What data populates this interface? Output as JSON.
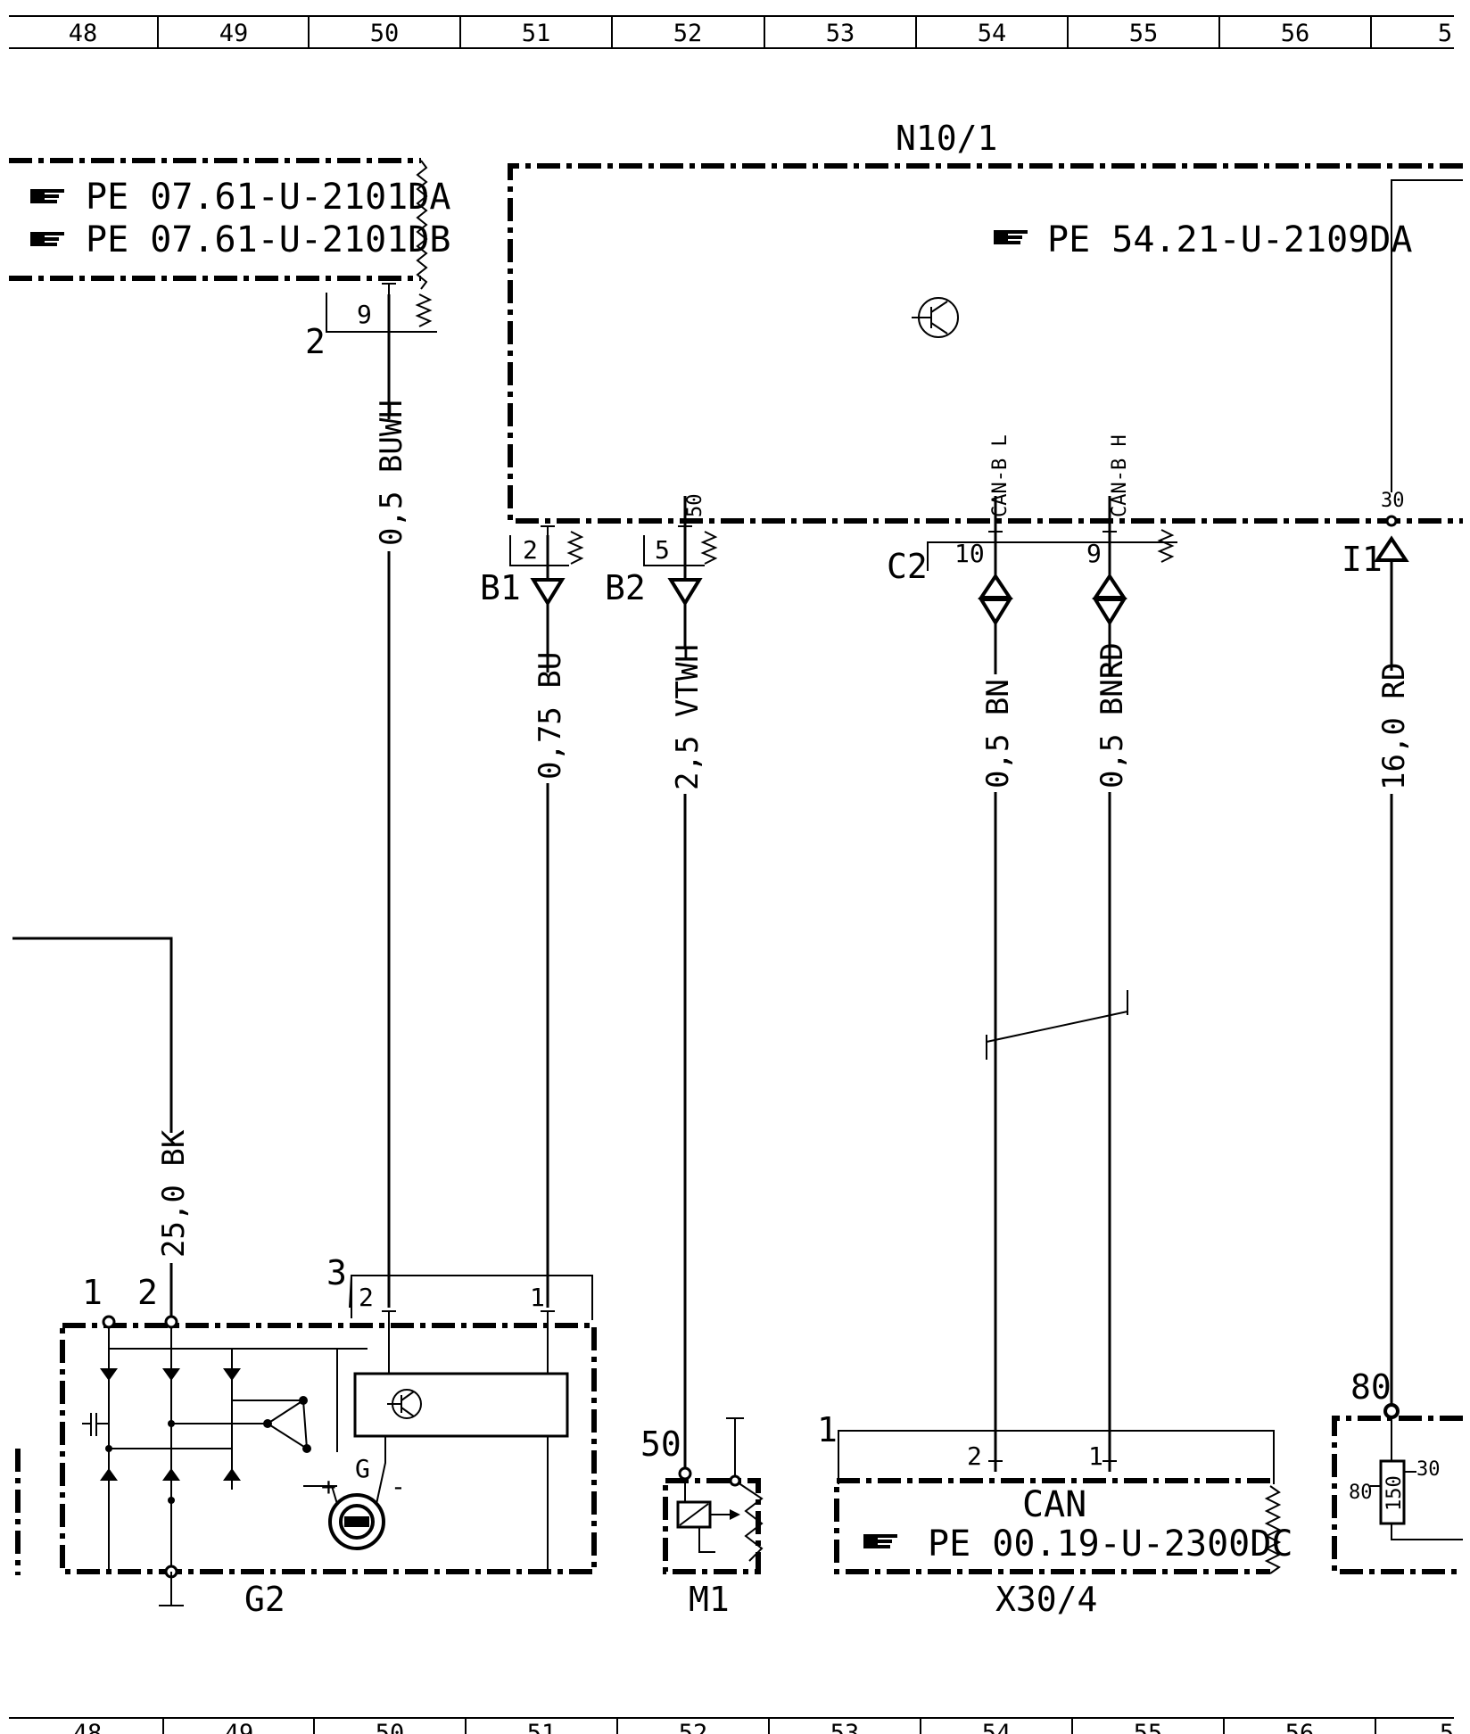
{
  "ruler": {
    "columns": [
      "48",
      "49",
      "50",
      "51",
      "52",
      "53",
      "54",
      "55",
      "56",
      "5"
    ]
  },
  "components": {
    "n10_1": {
      "label": "N10/1",
      "ref": "PE 54.21-U-2109DA"
    },
    "ref_box": {
      "refs": [
        "PE 07.61-U-2101DA",
        "PE 07.61-U-2101DB"
      ],
      "pin": "9",
      "connector": "2"
    },
    "g2": {
      "label": "G2",
      "terminals": [
        "1",
        "2"
      ],
      "plug": "3",
      "plug_pins": [
        "2",
        "1"
      ],
      "g_label": "G",
      "plus": "+",
      "minus": "-"
    },
    "m1": {
      "label": "M1",
      "terminal": "50"
    },
    "x30_4": {
      "label": "X30/4",
      "plug": "1",
      "pins": [
        "2",
        "1"
      ],
      "title": "CAN",
      "ref": "PE 00.19-U-2300DC"
    },
    "right_box": {
      "terminal": "80",
      "inner_left": "80",
      "inner_value": "150",
      "inner_right": "30"
    }
  },
  "connectors": {
    "b1": {
      "label": "B1",
      "pin": "2"
    },
    "b2": {
      "label": "B2",
      "pin": "5",
      "terminal": "50"
    },
    "c2": {
      "label": "C2",
      "pins": [
        "10",
        "9"
      ],
      "signals": [
        "CAN-B L",
        "CAN-B H"
      ]
    },
    "i1": {
      "label": "I1",
      "terminal": "30"
    }
  },
  "wires": {
    "w_buwh": "0,5 BUWH",
    "w_bu": "0,75 BU",
    "w_vtwh": "2,5 VTWH",
    "w_bn": "0,5 BN",
    "w_bnrd": "0,5 BNRD",
    "w_rd": "16,0 RD",
    "w_bk": "25,0 BK"
  },
  "icons": {
    "pointer": "pointing-hand-icon",
    "transistor": "transistor-icon",
    "alternator": "alternator-icon",
    "relay": "relay-coil-icon"
  }
}
